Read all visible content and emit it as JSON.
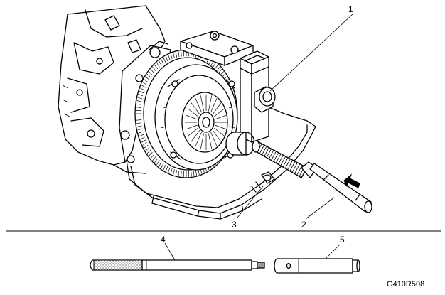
{
  "figure": {
    "id_code": "G410R508",
    "callouts": [
      {
        "id": "1",
        "label": "1"
      },
      {
        "id": "2",
        "label": "2"
      },
      {
        "id": "3",
        "label": "3"
      },
      {
        "id": "4",
        "label": "4"
      },
      {
        "id": "5",
        "label": "5"
      }
    ]
  },
  "colors": {
    "line": "#000000",
    "background": "#ffffff",
    "shade": "#bdbdbd"
  }
}
